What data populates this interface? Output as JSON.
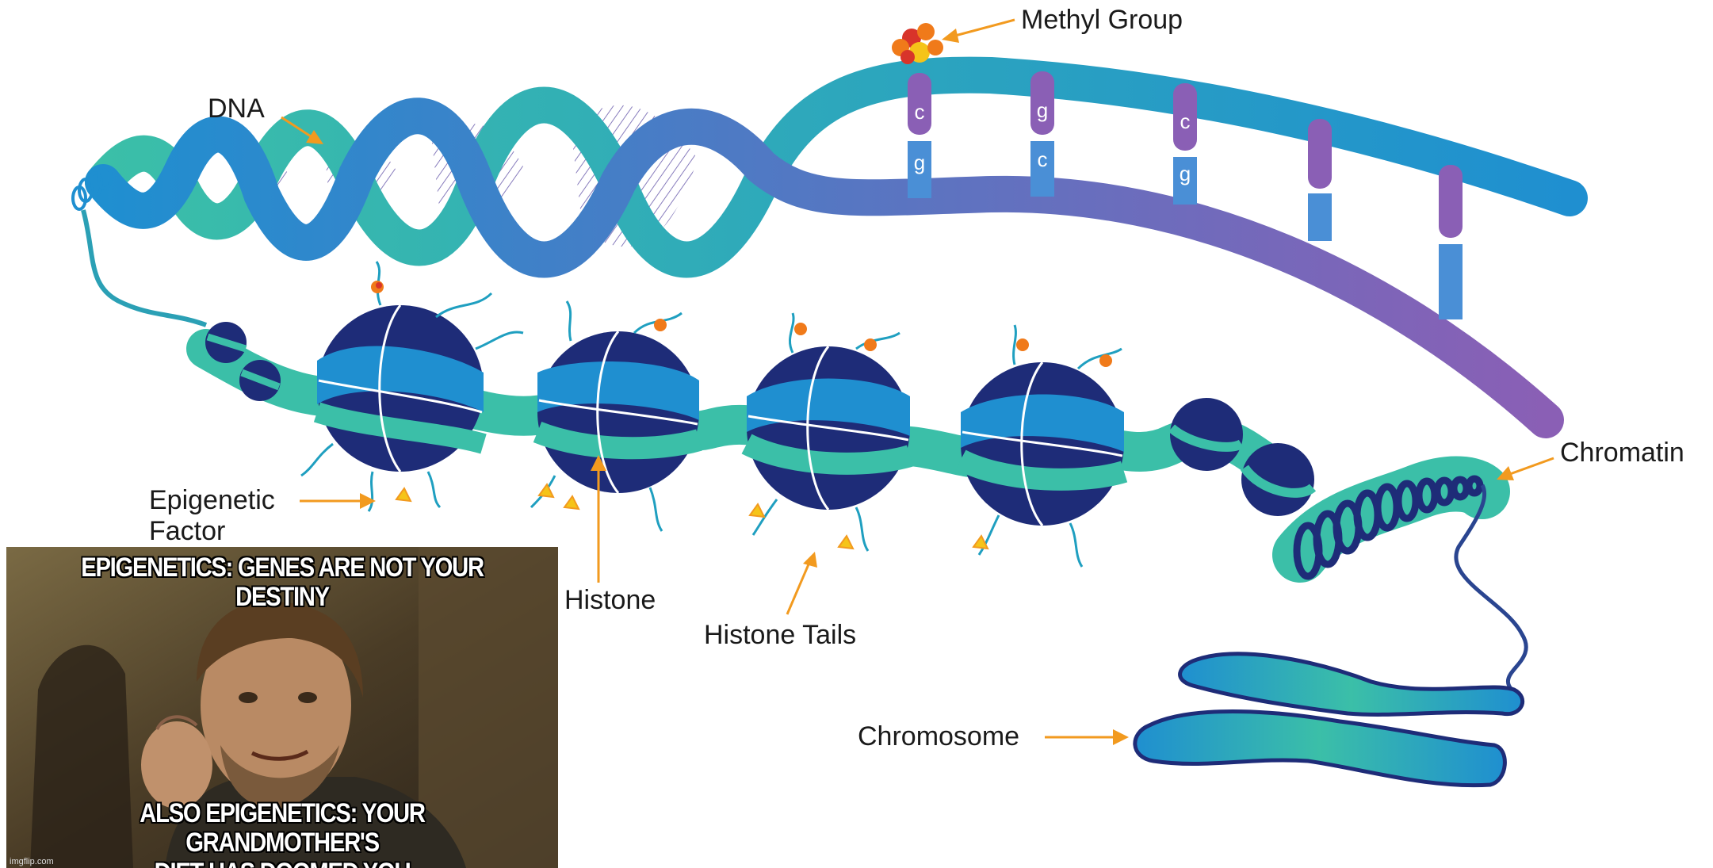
{
  "labels": {
    "dna": "DNA",
    "methyl_group": "Methyl Group",
    "chromatin": "Chromatin",
    "epigenetic_factor_line1": "Epigenetic",
    "epigenetic_factor_line2": "Factor",
    "histone": "Histone",
    "histone_tails": "Histone Tails",
    "chromosome": "Chromosome"
  },
  "base_pairs": [
    {
      "top": "c",
      "bottom": "g"
    },
    {
      "top": "g",
      "bottom": "c"
    },
    {
      "top": "c",
      "bottom": "g"
    },
    {
      "top": "",
      "bottom": ""
    },
    {
      "top": "",
      "bottom": ""
    }
  ],
  "meme": {
    "top_text": "EPIGENETICS: GENES ARE NOT YOUR DESTINY",
    "bottom_text_line1": "ALSO EPIGENETICS: YOUR GRANDMOTHER'S",
    "bottom_text_line2": "DIET HAS DOOMED YOU",
    "watermark": "imgflip.com"
  },
  "colors": {
    "teal": "#3bbfa8",
    "blue": "#1f8fd0",
    "purple": "#8a5fb5",
    "navy": "#1e2c78",
    "arrow_orange": "#f29a1f",
    "methyl_orange": "#f07a1a",
    "methyl_red": "#d8342a",
    "methyl_yellow": "#f5c419"
  }
}
